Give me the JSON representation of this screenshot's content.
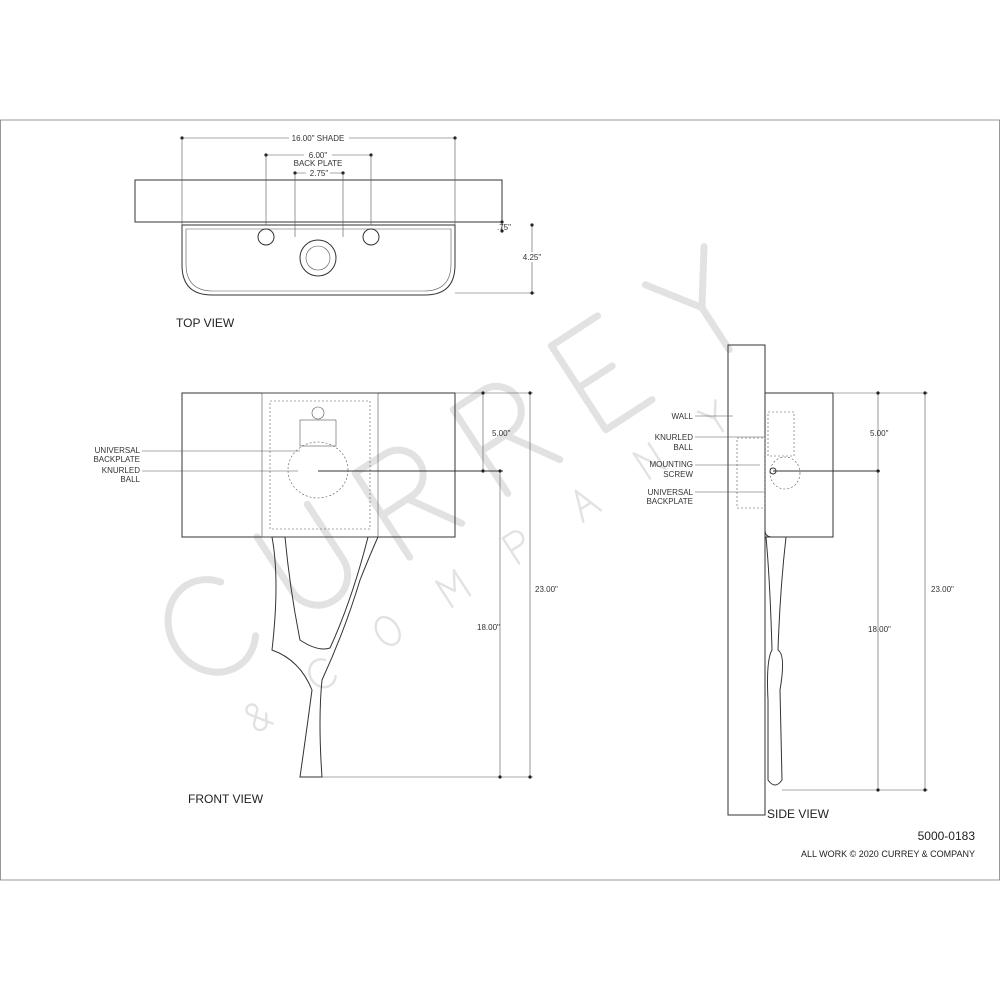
{
  "watermark": {
    "brand": "CURREY",
    "sub": "& COMPANY"
  },
  "top_view": {
    "title": "TOP VIEW",
    "dim_shade": "16.00\" SHADE",
    "dim_backplate": "6.00\"",
    "dim_backplate_label": "BACK PLATE",
    "dim_screw": "2.75\"",
    "dim_offset": ".75\"",
    "dim_depth": "4.25\""
  },
  "front_view": {
    "title": "FRONT VIEW",
    "label_backplate_1": "UNIVERSAL",
    "label_backplate_2": "BACKPLATE",
    "label_ball_1": "KNURLED",
    "label_ball_2": "BALL",
    "dim_top": "5.00\"",
    "dim_total": "23.00\"",
    "dim_lower": "18.00\""
  },
  "side_view": {
    "title": "SIDE VIEW",
    "label_wall": "WALL",
    "label_ball_1": "KNURLED",
    "label_ball_2": "BALL",
    "label_screw_1": "MOUNTING",
    "label_screw_2": "SCREW",
    "label_backplate_1": "UNIVERSAL",
    "label_backplate_2": "BACKPLATE",
    "dim_top": "5.00\"",
    "dim_total": "23.00\"",
    "dim_lower": "18.00\""
  },
  "footer": {
    "part_number": "5000-0183",
    "copyright": "ALL WORK © 2020 CURREY & COMPANY"
  }
}
